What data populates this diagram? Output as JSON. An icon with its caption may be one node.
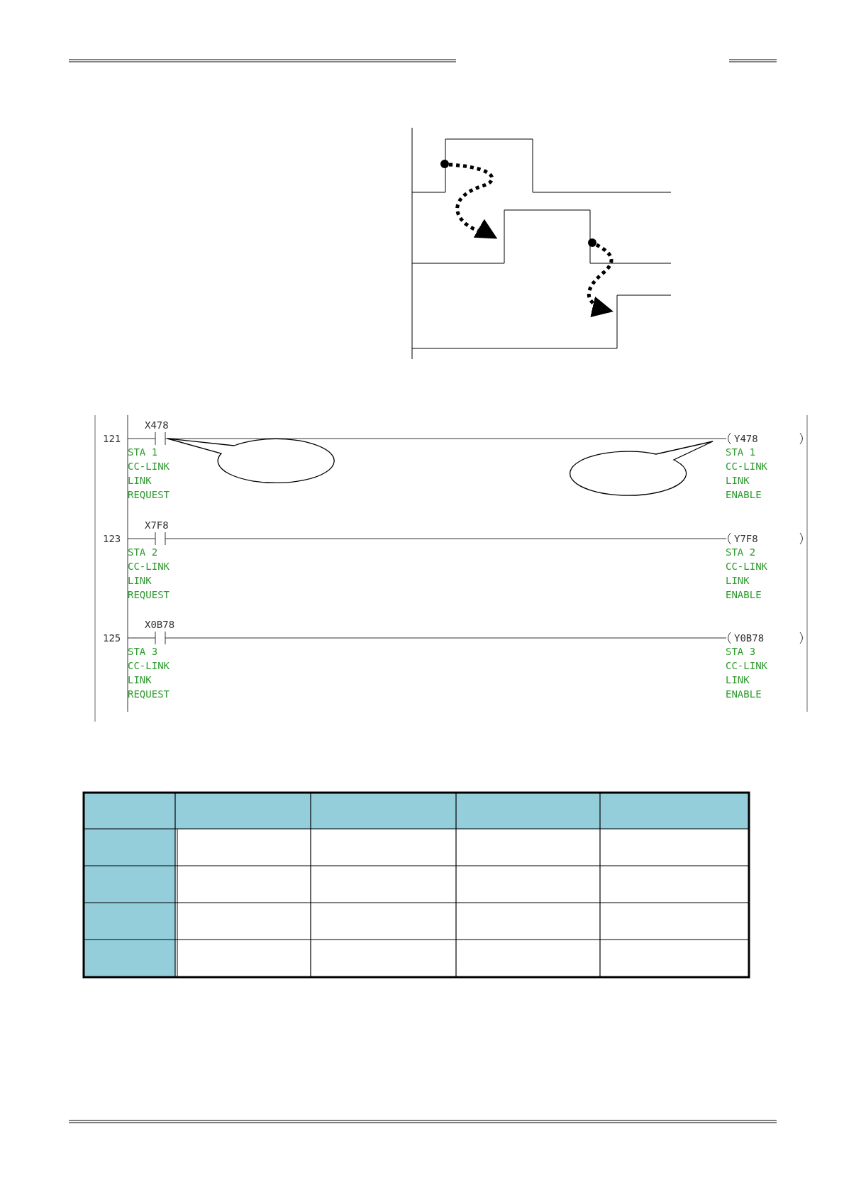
{
  "diagram": {
    "nodes": [
      {
        "text": [],
        "shape": "callout"
      },
      {
        "text": [],
        "shape": "callout"
      }
    ],
    "labels": [
      "X478",
      "121",
      "STA 1",
      "CC-LINK",
      "LINK",
      "REQUEST",
      "Y478",
      "STA 1",
      "CC-LINK",
      "LINK",
      "ENABLE",
      "X7F8",
      "123",
      "STA 2",
      "CC-LINK",
      "LINK",
      "REQUEST",
      "Y7F8",
      "STA 2",
      "CC-LINK",
      "LINK",
      "ENABLE",
      "X0B78",
      "125",
      "STA 3",
      "CC-LINK",
      "LINK",
      "REQUEST",
      "Y0B78",
      "STA 3",
      "CC-LINK",
      "LINK",
      "ENABLE"
    ]
  }
}
